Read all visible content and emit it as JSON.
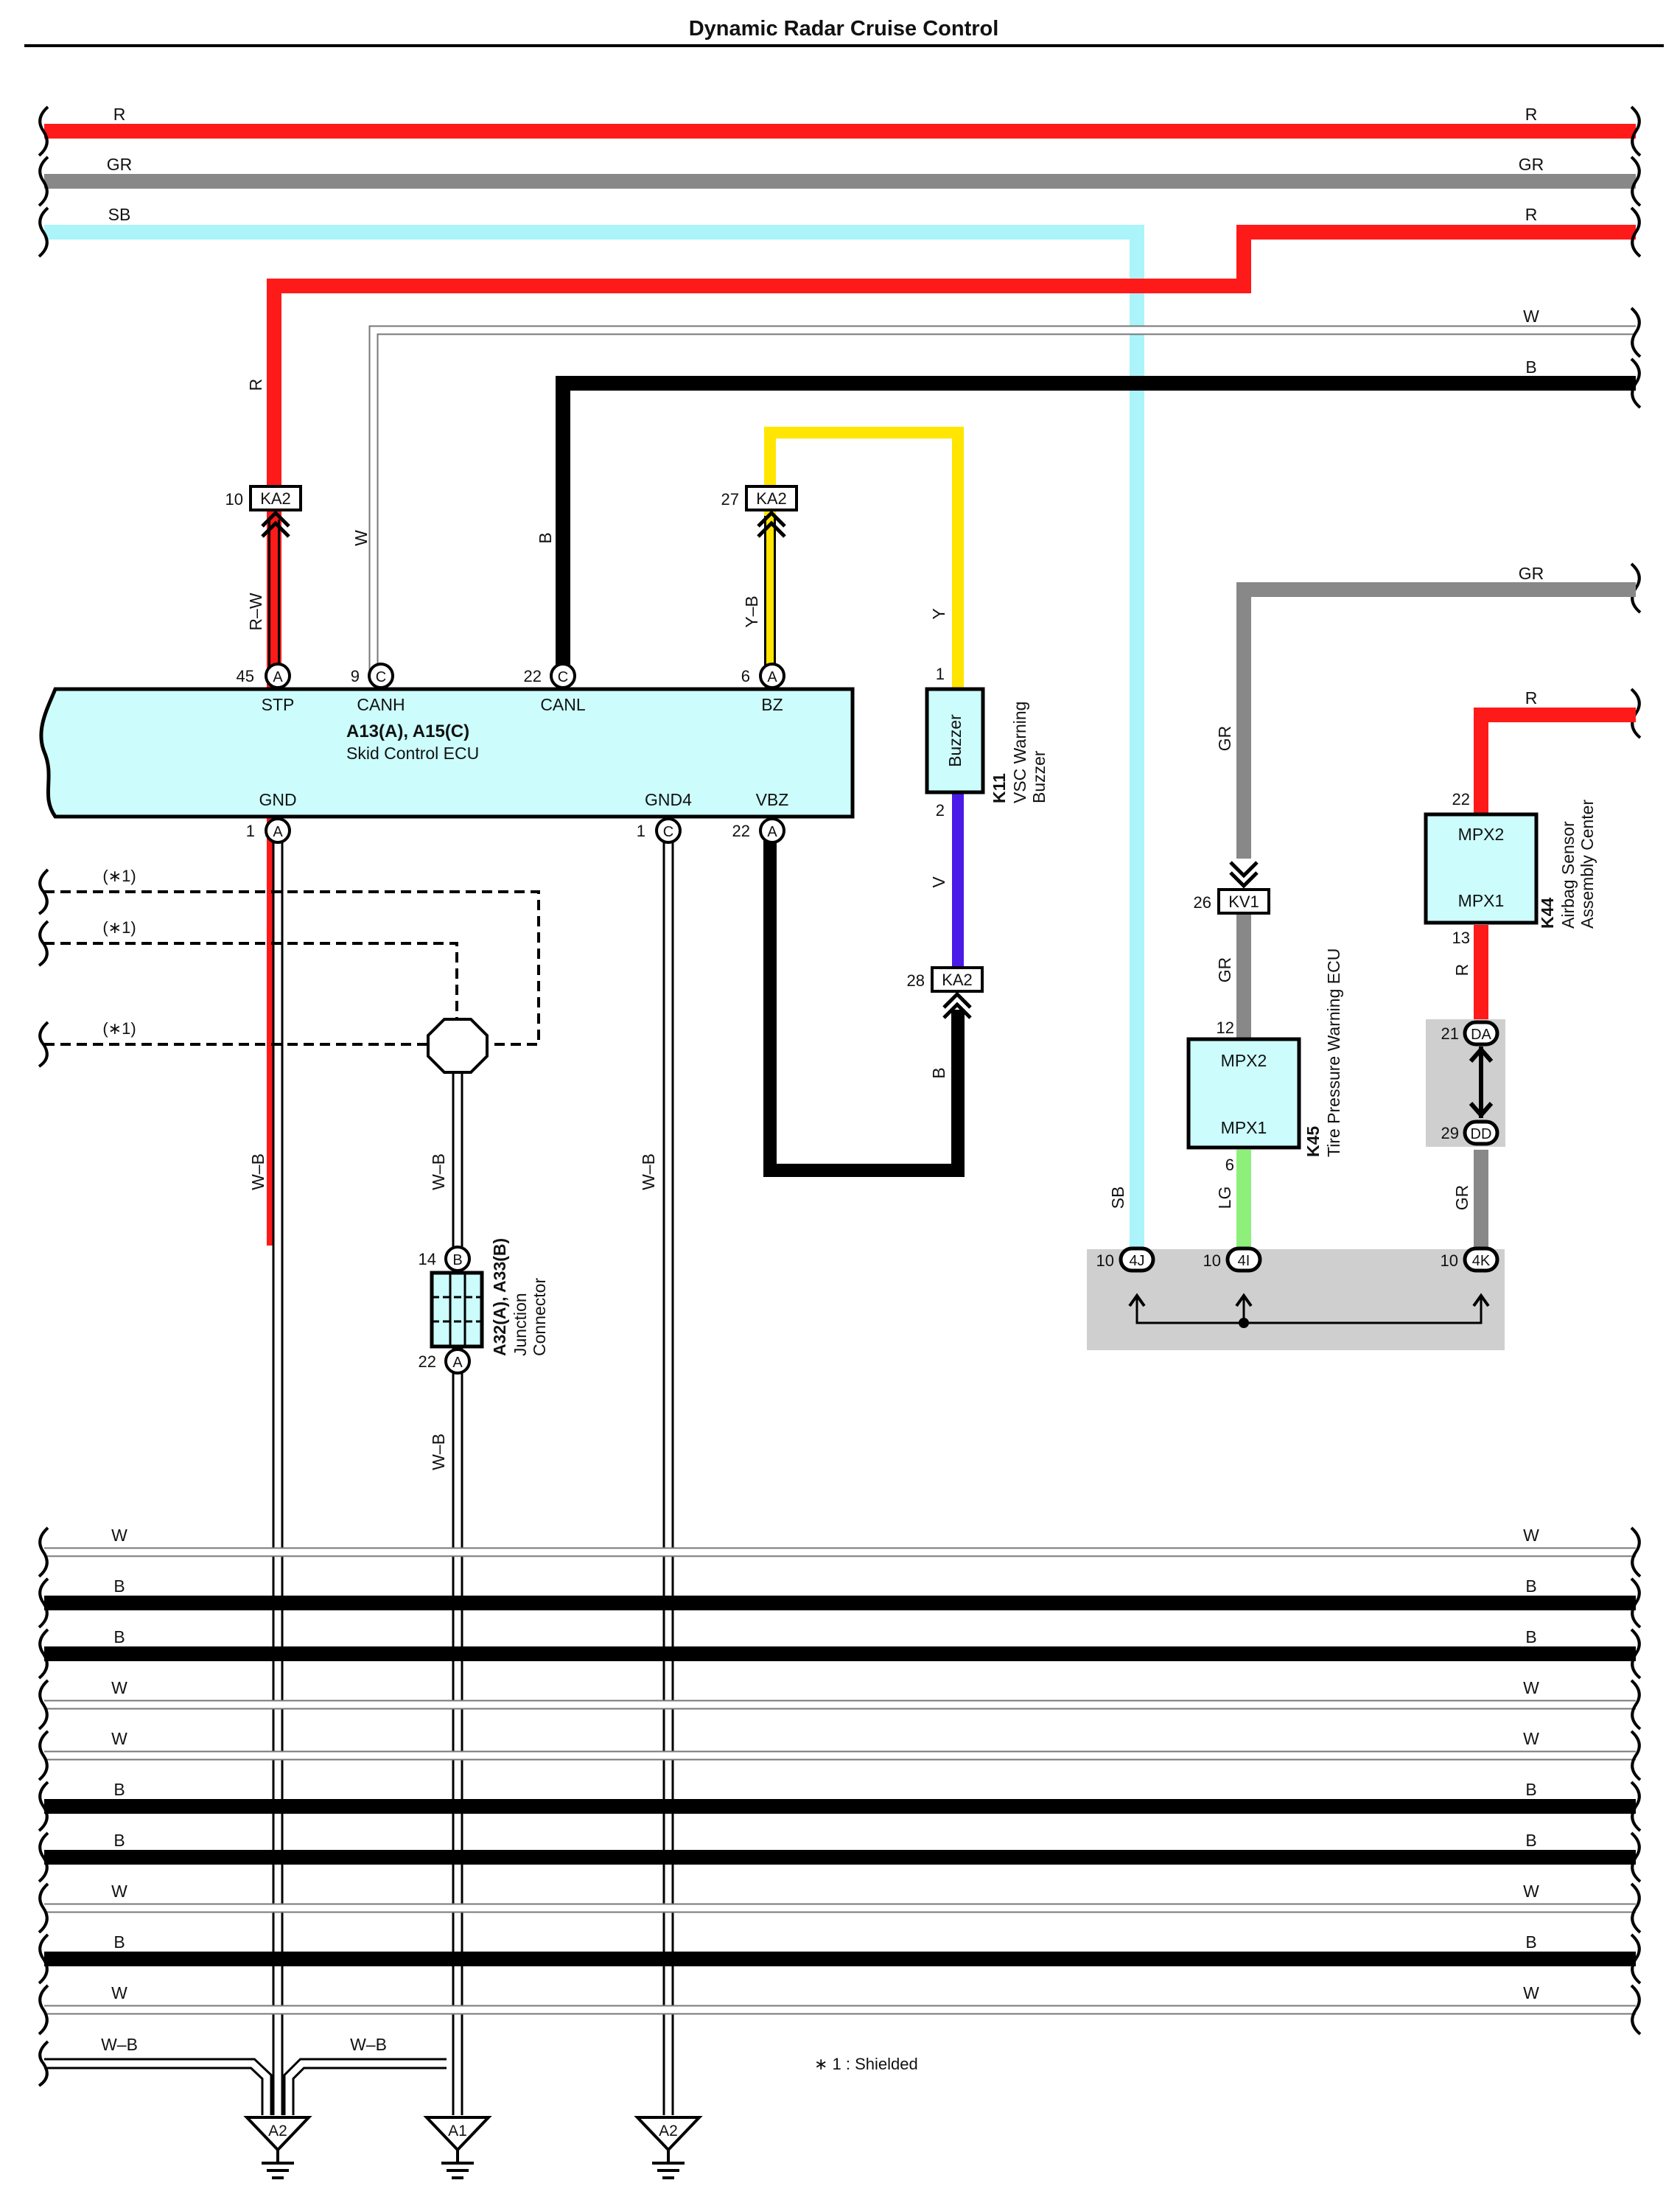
{
  "title": "Dynamic Radar Cruise Control",
  "wire_colors": {
    "R": "#ff1a1a",
    "GR": "#888888",
    "SB": "#aaf4fa",
    "W": "#ffffff",
    "B": "#000000",
    "Y": "#ffe500",
    "V": "#4a1ae8",
    "LG": "#8ef07a",
    "WB": "#ffffff"
  },
  "top_wires": {
    "r1": "R",
    "gr": "GR",
    "sb": "SB",
    "r2": "R",
    "w": "W",
    "b": "B",
    "gr_right": "GR",
    "r_right": "R"
  },
  "ecu": {
    "name": "A13(A), A15(C)",
    "desc": "Skid Control ECU",
    "pins": {
      "stp": {
        "label": "STP",
        "num": "45",
        "conn": "A"
      },
      "canh": {
        "label": "CANH",
        "num": "9",
        "conn": "C"
      },
      "canl": {
        "label": "CANL",
        "num": "22",
        "conn": "C"
      },
      "bz": {
        "label": "BZ",
        "num": "6",
        "conn": "A"
      },
      "gnd": {
        "label": "GND",
        "num": "1",
        "conn": "A"
      },
      "gnd4": {
        "label": "GND4",
        "num": "1",
        "conn": "C"
      },
      "vbz": {
        "label": "VBZ",
        "num": "22",
        "conn": "A"
      }
    }
  },
  "wire_labels": {
    "r": "R",
    "rw": "R–W",
    "w": "W",
    "b": "B",
    "yb": "Y–B",
    "y": "Y",
    "v": "V",
    "b2": "B",
    "wb": "W–B",
    "gr": "GR",
    "gr2": "GR",
    "sb": "SB",
    "lg": "LG",
    "r13": "R",
    "gr3": "GR"
  },
  "connectors": {
    "ka2_10": {
      "num": "10",
      "label": "KA2"
    },
    "ka2_27": {
      "num": "27",
      "label": "KA2"
    },
    "ka2_28": {
      "num": "28",
      "label": "KA2"
    },
    "kv1_26": {
      "num": "26",
      "label": "KV1"
    },
    "da": {
      "num": "21",
      "label": "DA"
    },
    "dd": {
      "num": "29",
      "label": "DD"
    },
    "j4": {
      "num": "10",
      "label": "4J"
    },
    "i4": {
      "num": "10",
      "label": "4I"
    },
    "k4": {
      "num": "10",
      "label": "4K"
    }
  },
  "buzzer": {
    "code": "K11",
    "name1": "VSC Warning",
    "name2": "Buzzer",
    "inner": "Buzzer",
    "pin1": "1",
    "pin2": "2"
  },
  "tpms": {
    "code": "K45",
    "name": "Tire Pressure Warning ECU",
    "mpx2": "MPX2",
    "mpx1": "MPX1",
    "pin12": "12",
    "pin6": "6"
  },
  "airbag": {
    "code": "K44",
    "name1": "Airbag Sensor",
    "name2": "Assembly Center",
    "mpx2": "MPX2",
    "mpx1": "MPX1",
    "pin22": "22",
    "pin13": "13"
  },
  "junction": {
    "code": "A32(A), A33(B)",
    "name1": "Junction",
    "name2": "Connector",
    "pin14": "14",
    "pin14c": "B",
    "pin22": "22",
    "pin22c": "A"
  },
  "shield_label": "(∗1)",
  "footnote": "∗ 1 : Shielded",
  "bottom_wires": [
    "W",
    "B",
    "B",
    "W",
    "W",
    "B",
    "B",
    "W",
    "B",
    "W"
  ],
  "bottom_wb": "W–B",
  "grounds": [
    "A2",
    "A1",
    "A2"
  ]
}
